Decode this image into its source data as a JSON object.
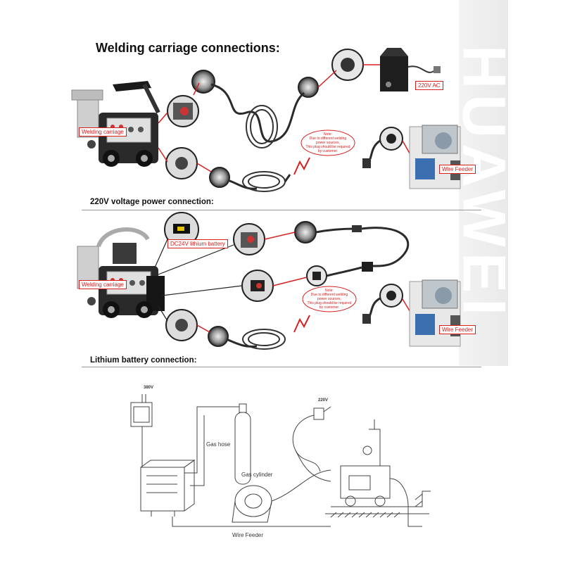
{
  "watermark": "HUAWEI",
  "titles": {
    "main": "Welding carriage connections:",
    "section1": "220V voltage power connection:",
    "section2": "Lithium battery connection:"
  },
  "section1": {
    "carriage_label": "Welding carriage",
    "ac_label": "220V AC",
    "feeder_label": "Wire Feeder",
    "note": [
      "Note:",
      "Due to different welding",
      "power sources,",
      "This plug should be required",
      "by customer."
    ]
  },
  "section2": {
    "battery_label": "DC24V lithium battery",
    "carriage_label": "Welding carriage",
    "feeder_label": "Wire Feeder",
    "note": [
      "Note:",
      "Due to different welding",
      "power sources,",
      "This plug should be required",
      "by customer."
    ]
  },
  "drawing": {
    "v380": "380V",
    "v220": "220V",
    "gas_hose": "Gas hose",
    "gas_cylinder": "Gas cylinder",
    "wire_feeder": "Wire Feeder"
  },
  "colors": {
    "accent": "#d62020",
    "device": "#222222",
    "line": "#555555"
  }
}
